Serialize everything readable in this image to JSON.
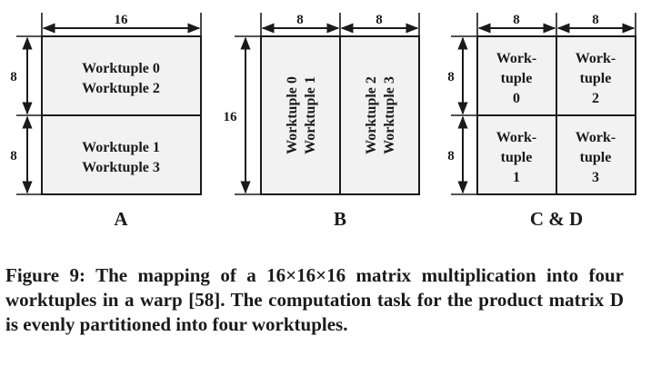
{
  "panel_a": {
    "width_label": "16",
    "top_height_label": "8",
    "bottom_height_label": "8",
    "top_cell": [
      "Worktuple 0",
      "Worktuple 2"
    ],
    "bottom_cell": [
      "Worktuple 1",
      "Worktuple 3"
    ],
    "letter": "A"
  },
  "panel_b": {
    "left_width_label": "8",
    "right_width_label": "8",
    "height_label": "16",
    "left_cell": [
      "Worktuple 0",
      "Worktuple 1"
    ],
    "right_cell": [
      "Worktuple 2",
      "Worktuple 3"
    ],
    "letter": "B"
  },
  "panel_cd": {
    "left_width_label": "8",
    "right_width_label": "8",
    "top_height_label": "8",
    "bottom_height_label": "8",
    "cells": {
      "top_left": [
        "Work-",
        "tuple",
        "0"
      ],
      "top_right": [
        "Work-",
        "tuple",
        "2"
      ],
      "bottom_left": [
        "Work-",
        "tuple",
        "1"
      ],
      "bottom_right": [
        "Work-",
        "tuple",
        "3"
      ]
    },
    "letter": "C & D"
  },
  "caption": "Figure 9: The mapping of a 16×16×16 matrix multiplication into four worktuples in a warp [58]. The computation task for the product matrix D is evenly partitioned into four worktuples."
}
